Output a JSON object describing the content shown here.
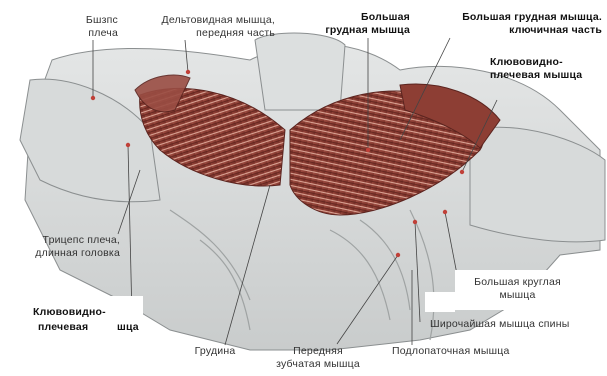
{
  "labels": {
    "biceps": [
      "Бшзпс",
      "плеча"
    ],
    "deltoid": [
      "Дельтовидная мышца,",
      "передняя часть"
    ],
    "pec_major": [
      "Большая",
      "грудная мышца"
    ],
    "pec_clavicular": [
      "Большая грудная мышца.",
      "ключичная часть"
    ],
    "coraco_right": [
      "Клювовидно-",
      "плечевая мышца"
    ],
    "triceps": [
      "Трицепс плеча,",
      "длинная головка"
    ],
    "coraco_left_1": "Клювовидно-",
    "coraco_left_2a": "плечевая",
    "coraco_left_2b": "шца",
    "teres_major": [
      "Большая круглая",
      "мышца"
    ],
    "latissimus": "Широчайшая мышца спины",
    "sternum": "Грудина",
    "serratus": [
      "Передняя",
      "зубчатая мышца"
    ],
    "subscapularis": "Подлопаточная мышца"
  }
}
